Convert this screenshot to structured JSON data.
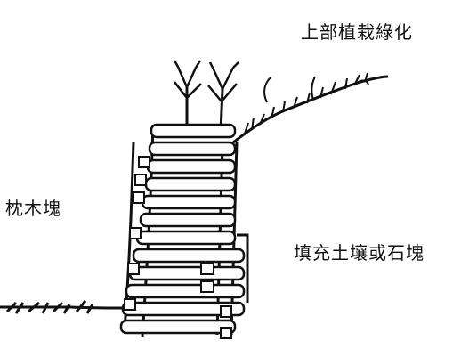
{
  "labels": {
    "top_greening": "上部植栽綠化",
    "crib_blocks": "枕木塊",
    "backfill": "填充土壤或石塊"
  },
  "colors": {
    "ink": "#111111",
    "background": "#ffffff"
  }
}
